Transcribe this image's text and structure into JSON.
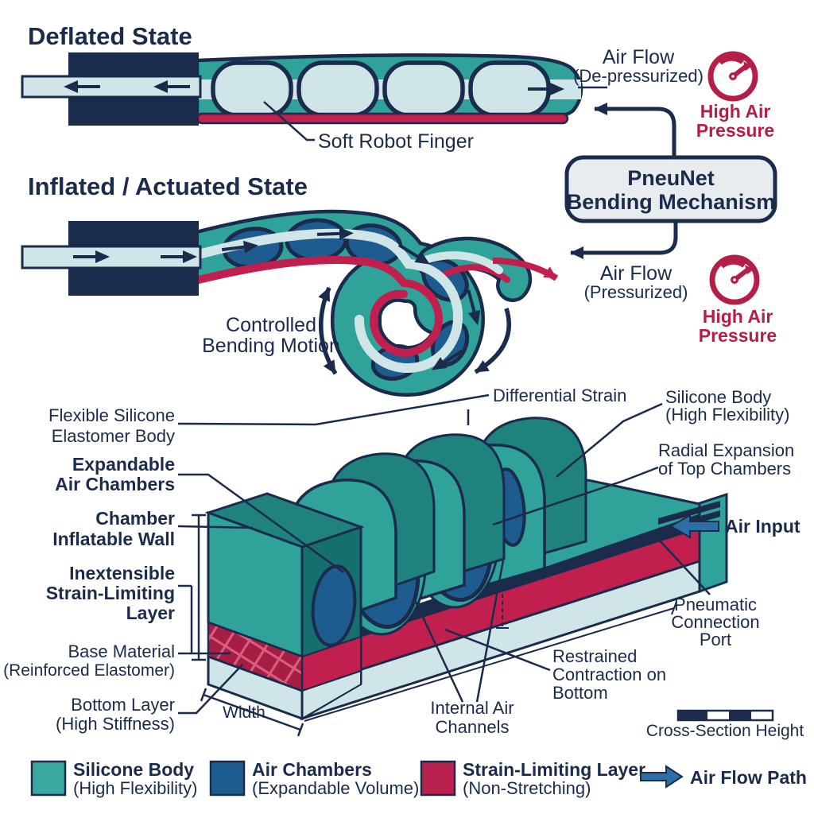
{
  "palette": {
    "navy": "#1a2b4c",
    "teal": "#2fa39a",
    "teal_dark": "#1f827c",
    "teal_cut": "#156f6d",
    "light_blue": "#cfe5e7",
    "chamber_blue": "#1e5c90",
    "chamber_highlight": "#6aa5cf",
    "crimson": "#c11f4e",
    "box_gray": "#e9ecef",
    "arrow_blue": "#2d6ea5"
  },
  "deflated": {
    "title": "Deflated State",
    "finger_label": "Soft Robot Finger",
    "air_flow": {
      "line1": "Air Flow",
      "line2": "(De-pressurized)"
    },
    "gauge": {
      "icon": "pressure-gauge-icon",
      "line1": "High Air",
      "line2": "Pressure"
    }
  },
  "inflated": {
    "title": "Inflated / Actuated State",
    "bending": {
      "line1": "Controlled",
      "line2": "Bending Motion"
    },
    "air_flow": {
      "line1": "Air Flow",
      "line2": "(Pressurized)"
    },
    "gauge": {
      "icon": "pressure-gauge-icon",
      "line1": "High Air",
      "line2": "Pressure"
    }
  },
  "mechanism_box": {
    "line1": "PneuNet",
    "line2": "Bending Mechanism"
  },
  "cross_section": {
    "flexible_body": {
      "line1": "Flexible Silicone",
      "line2": "Elastomer Body"
    },
    "expandable": {
      "line1": "Expandable",
      "line2": "Air Chambers"
    },
    "chamber_wall": {
      "line1": "Chamber",
      "line2": "Inflatable Wall"
    },
    "inextensible": {
      "line1": "Inextensible",
      "line2": "Strain-Limiting",
      "line3": "Layer"
    },
    "base_material": {
      "line1": "Base Material",
      "line2": "(Reinforced Elastomer)"
    },
    "bottom_layer": {
      "line1": "Bottom Layer",
      "line2": "(High Stiffness)"
    },
    "width": "Width",
    "differential_strain": "Differential Strain",
    "silicone_body": {
      "line1": "Silicone Body",
      "line2": "(High Flexibility)"
    },
    "radial_expansion": {
      "line1": "Radial Expansion",
      "line2": "of Top Chambers"
    },
    "air_input": "Air Input",
    "pneumatic_port": {
      "line1": "Pneumatic",
      "line2": "Connection",
      "line3": "Port"
    },
    "restrained": {
      "line1": "Restrained",
      "line2": "Contraction on",
      "line3": "Bottom"
    },
    "internal_channels": {
      "line1": "Internal Air",
      "line2": "Channels"
    },
    "cross_height": "Cross-Section Height"
  },
  "legend": {
    "silicone": {
      "line1": "Silicone Body",
      "line2": "(High Flexibility)",
      "color": "#3aa89f"
    },
    "chambers": {
      "line1": "Air Chambers",
      "line2": "(Expandable Volume)",
      "color": "#1d5c8e"
    },
    "strain": {
      "line1": "Strain-Limiting Layer",
      "line2": "(Non-Stretching)",
      "color": "#b9214e"
    },
    "airflow_label": "Air Flow Path"
  }
}
